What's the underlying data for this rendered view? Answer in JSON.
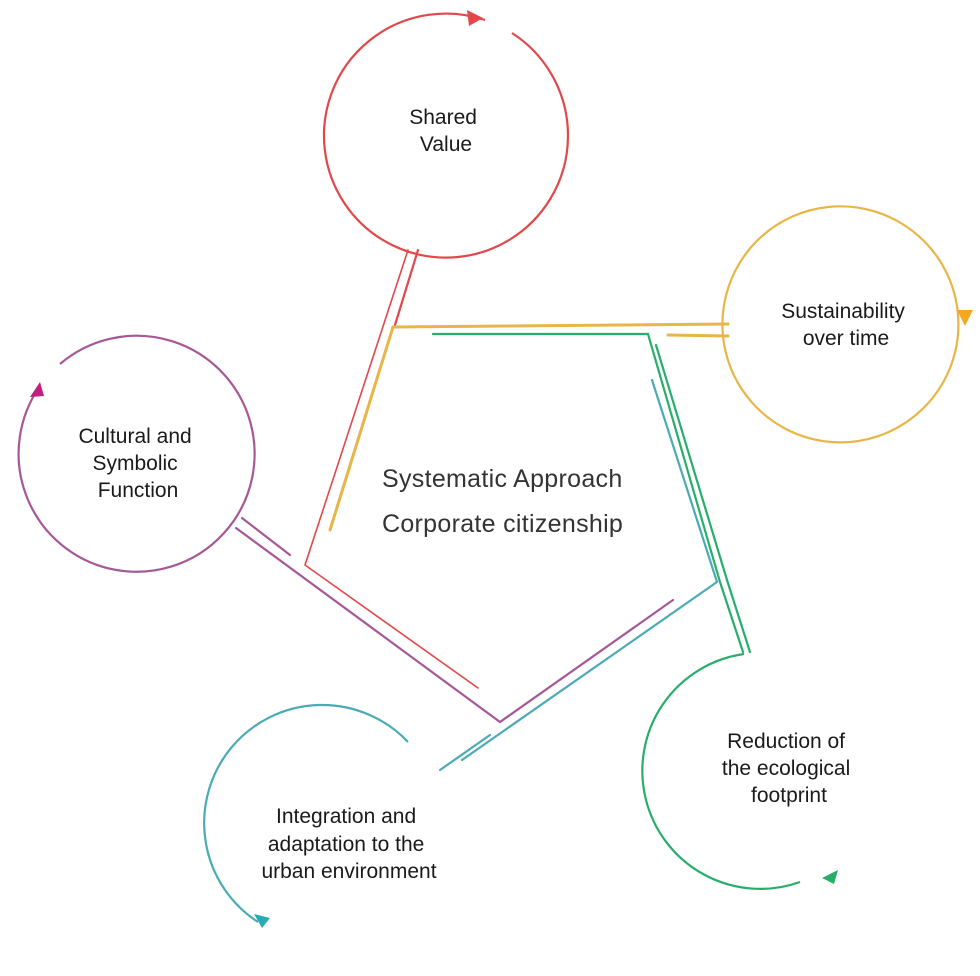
{
  "diagram": {
    "center": {
      "line1": "Systematic Approach",
      "line2": "Corporate citizenship"
    },
    "nodes": [
      {
        "id": "shared-value",
        "lines": [
          "Shared",
          "Value"
        ],
        "color": "#E2474B"
      },
      {
        "id": "sustainability",
        "lines": [
          "Sustainability",
          "over time"
        ],
        "color": "#E8B547"
      },
      {
        "id": "reduction",
        "lines": [
          "Reduction of",
          "the ecological",
          "footprint"
        ],
        "color": "#27AE6A"
      },
      {
        "id": "integration",
        "lines": [
          "Integration and",
          "adaptation to the",
          "urban environment"
        ],
        "color": "#4AABB5"
      },
      {
        "id": "cultural",
        "lines": [
          "Cultural and",
          "Symbolic",
          "Function"
        ],
        "color": "#A65896"
      }
    ],
    "arrow_colors": {
      "shared-value": "#E2474B",
      "sustainability": "#F2A91F",
      "reduction": "#27AE6A",
      "integration": "#2BAAB6",
      "cultural": "#C21F7E"
    }
  }
}
